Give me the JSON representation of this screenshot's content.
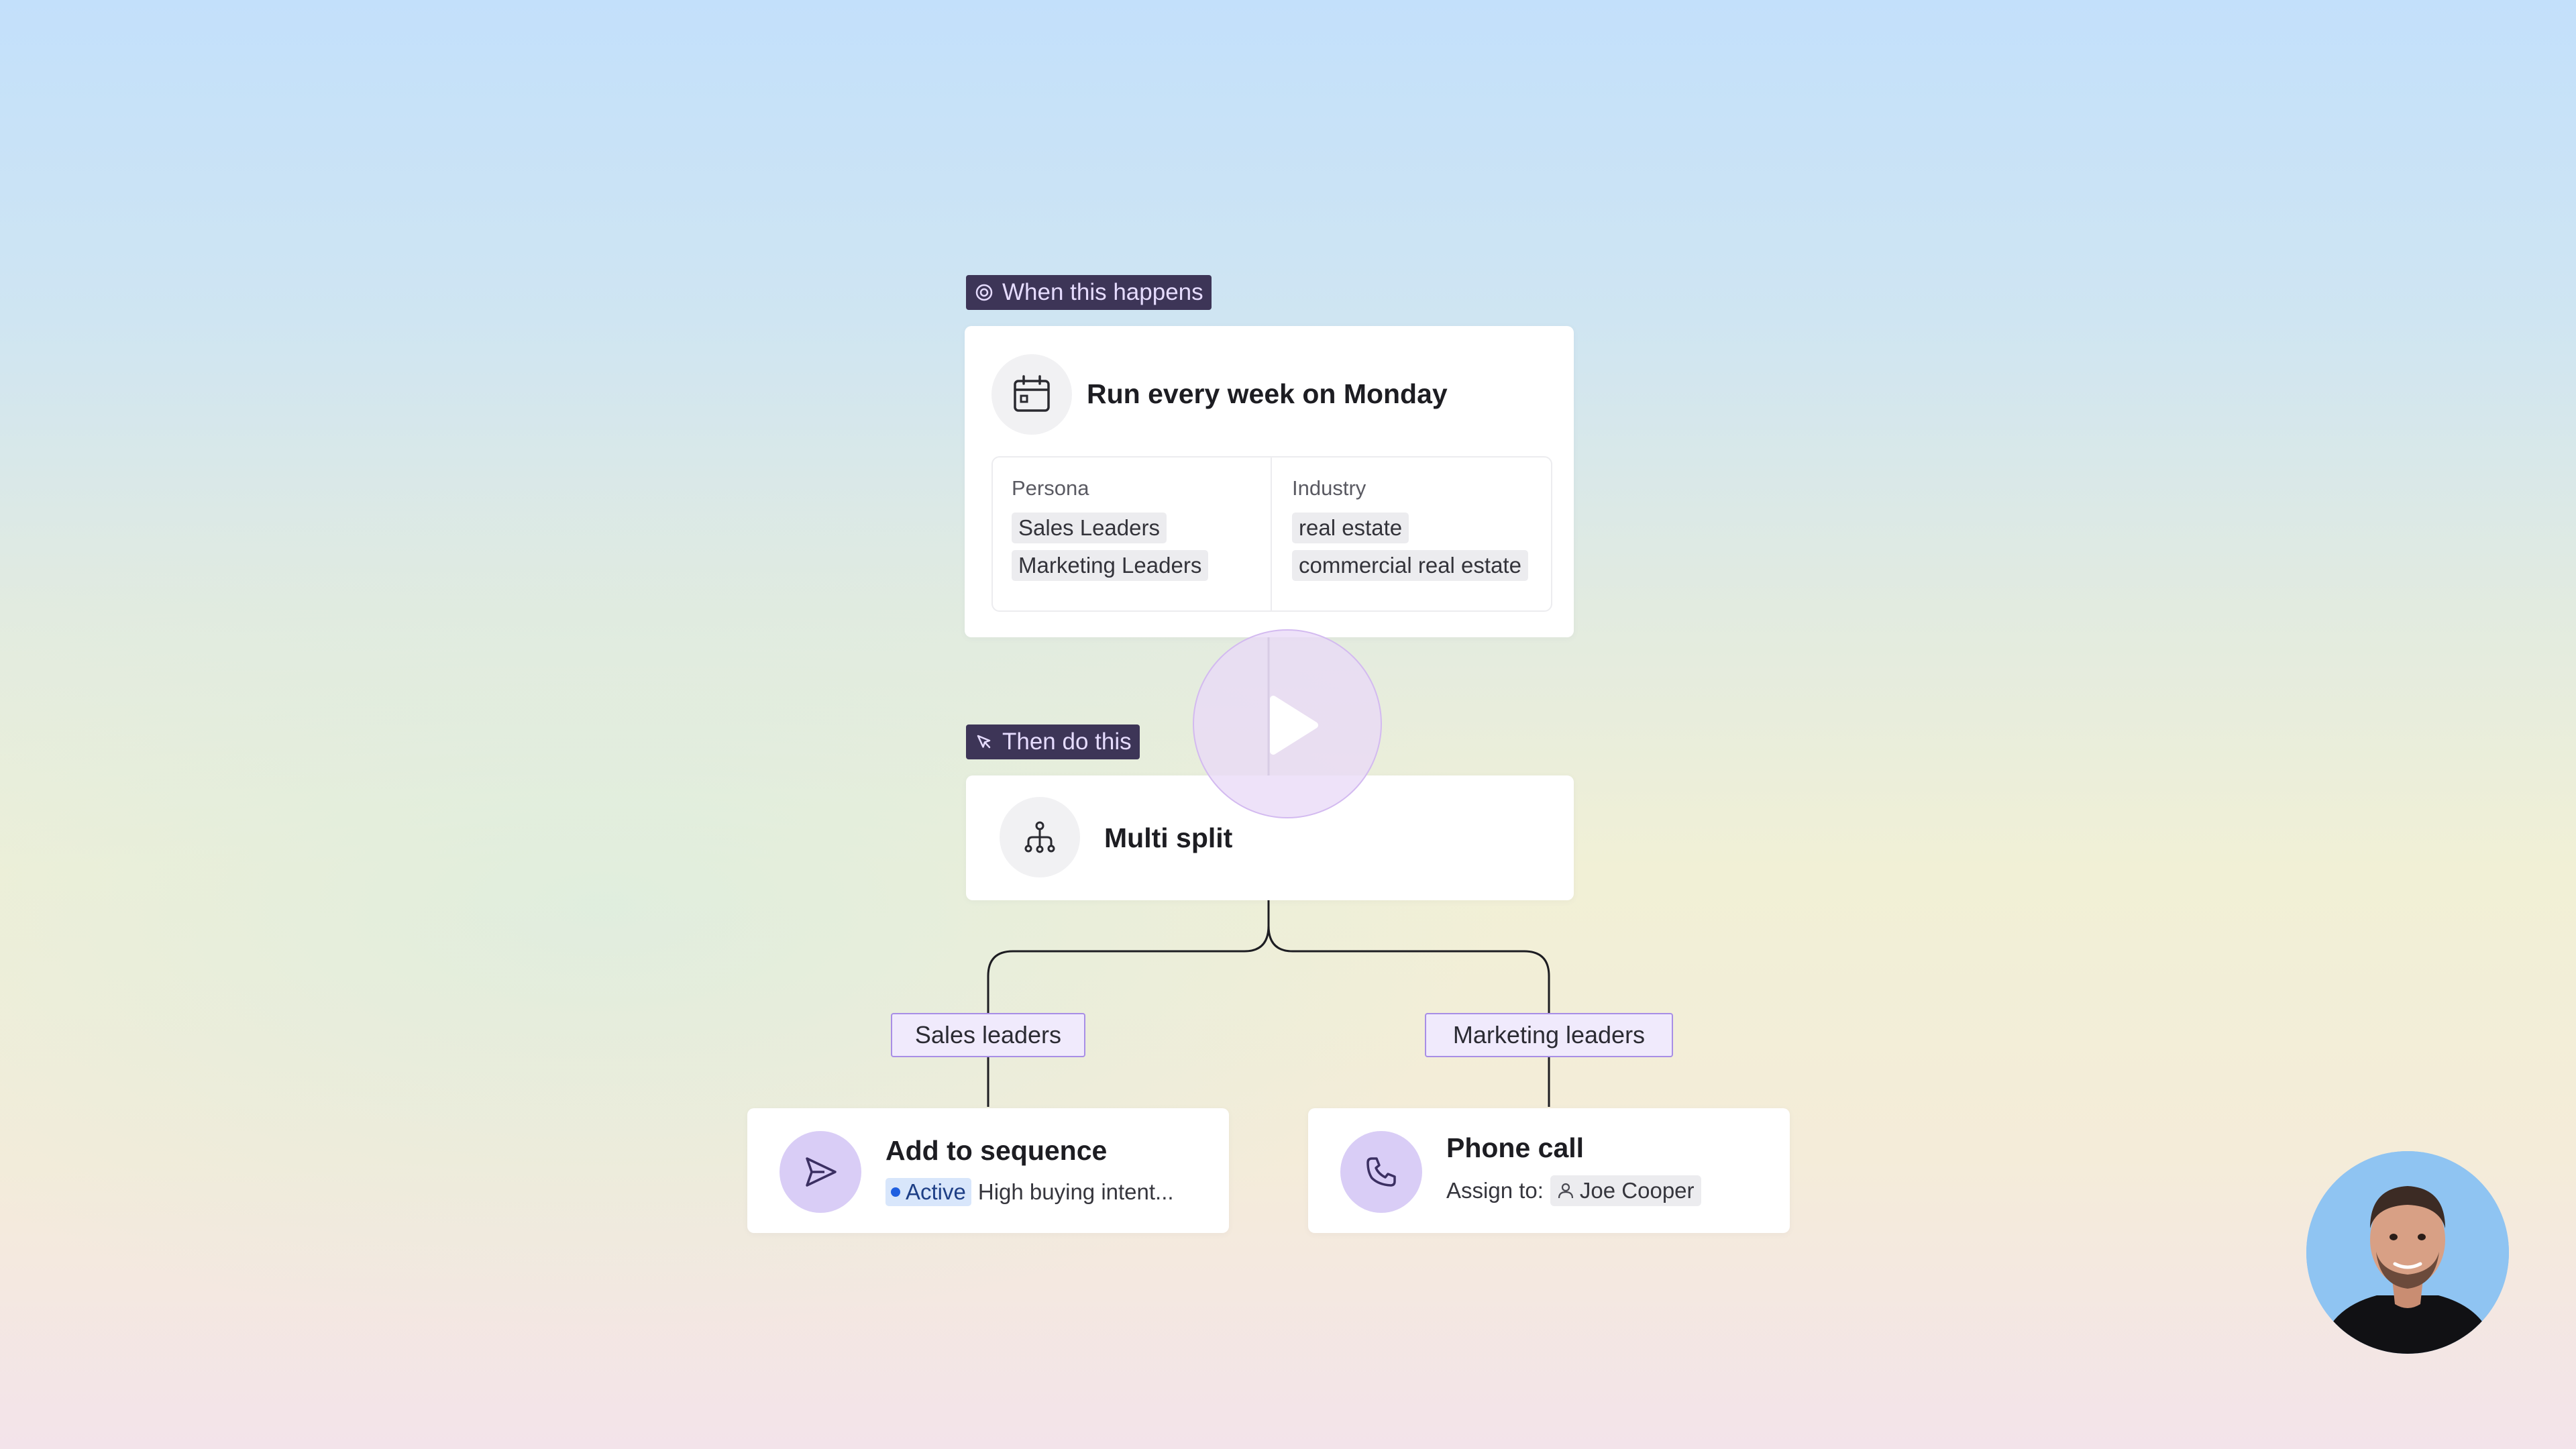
{
  "trigger_section": {
    "label": "When this happens",
    "icon": "target-icon"
  },
  "trigger_card": {
    "icon": "calendar-icon",
    "title": "Run every week on Monday",
    "persona": {
      "label": "Persona",
      "values": [
        "Sales Leaders",
        "Marketing Leaders"
      ]
    },
    "industry": {
      "label": "Industry",
      "values": [
        "real estate",
        "commercial real estate"
      ]
    }
  },
  "action_section": {
    "label": "Then do this",
    "icon": "cursor-icon"
  },
  "action_card": {
    "icon": "split-icon",
    "title": "Multi split"
  },
  "branches": {
    "left": {
      "label": "Sales leaders",
      "title": "Add to sequence",
      "icon": "send-icon",
      "status": "Active",
      "description": "High buying intent..."
    },
    "right": {
      "label": "Marketing leaders",
      "title": "Phone call",
      "icon": "phone-icon",
      "assign_label": "Assign to:",
      "assignee": "Joe Cooper"
    }
  },
  "colors": {
    "section_tag_bg": "#3d3557",
    "branch_tag_border": "#a88ee6",
    "active_badge_bg": "#d8e6fb",
    "active_dot": "#1f5fe0"
  }
}
